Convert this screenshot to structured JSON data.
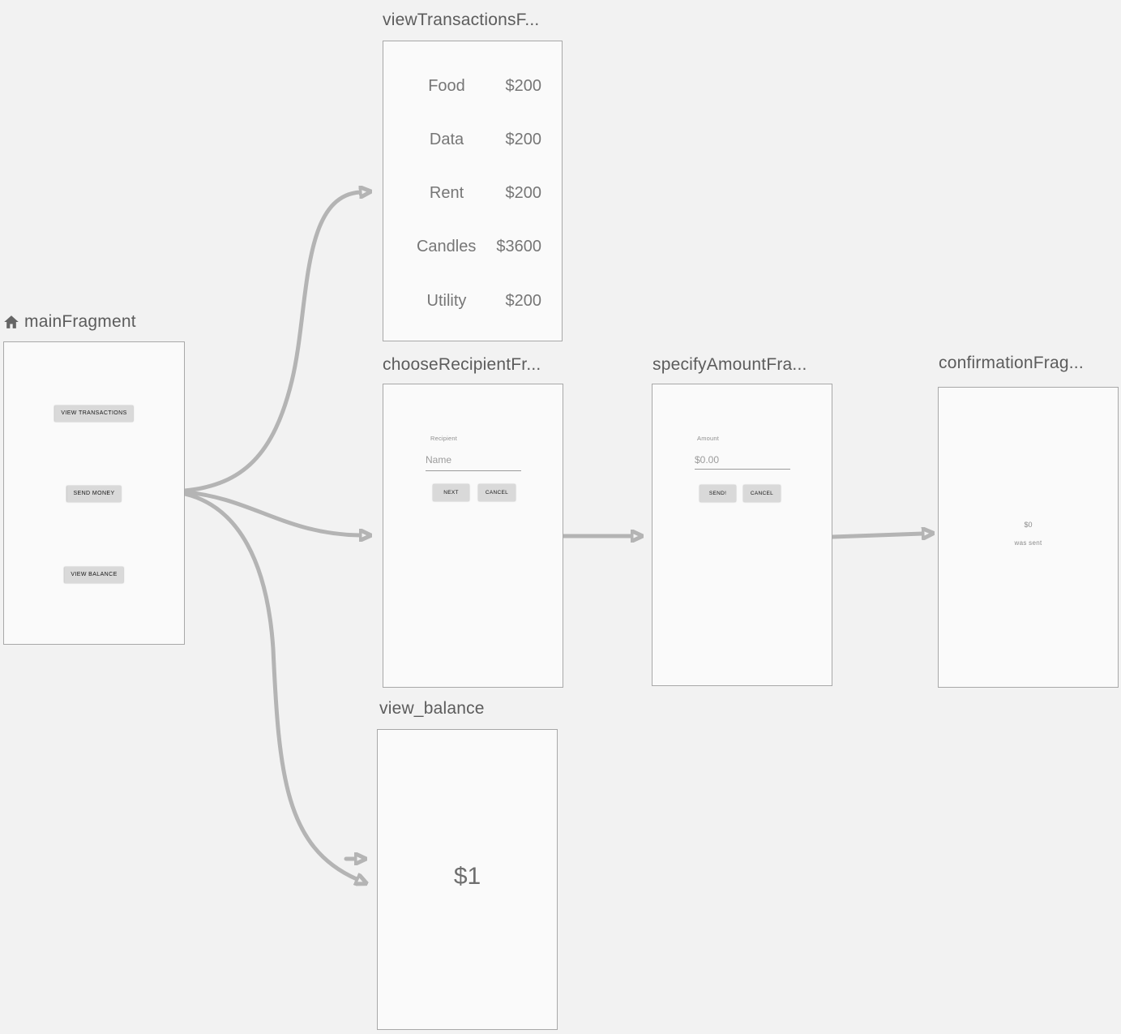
{
  "colors": {
    "background": "#f2f2f2",
    "card_fill": "#fafafa",
    "card_border": "#a8a8a8",
    "arrow": "#b4b4b4",
    "title_text": "#5c5c5c",
    "preview_text": "#767676",
    "button_fill": "#d9d9d9"
  },
  "fragments": {
    "main": {
      "title": "mainFragment",
      "is_start_destination": true,
      "buttons": [
        "VIEW TRANSACTIONS",
        "SEND MONEY",
        "VIEW BALANCE"
      ]
    },
    "viewTransactions": {
      "title": "viewTransactionsF...",
      "rows": [
        {
          "label": "Food",
          "value": "$200"
        },
        {
          "label": "Data",
          "value": "$200"
        },
        {
          "label": "Rent",
          "value": "$200"
        },
        {
          "label": "Candles",
          "value": "$3600"
        },
        {
          "label": "Utility",
          "value": "$200"
        }
      ]
    },
    "chooseRecipient": {
      "title": "chooseRecipientFr...",
      "field_label": "Recipient",
      "field_hint": "Name",
      "buttons": [
        "NEXT",
        "CANCEL"
      ]
    },
    "specifyAmount": {
      "title": "specifyAmountFra...",
      "field_label": "Amount",
      "field_hint": "$0.00",
      "buttons": [
        "SEND!",
        "CANCEL"
      ]
    },
    "confirmation": {
      "title": "confirmationFrag...",
      "amount": "$0",
      "message": "was sent"
    },
    "viewBalance": {
      "title": "view_balance",
      "balance": "$1"
    }
  }
}
